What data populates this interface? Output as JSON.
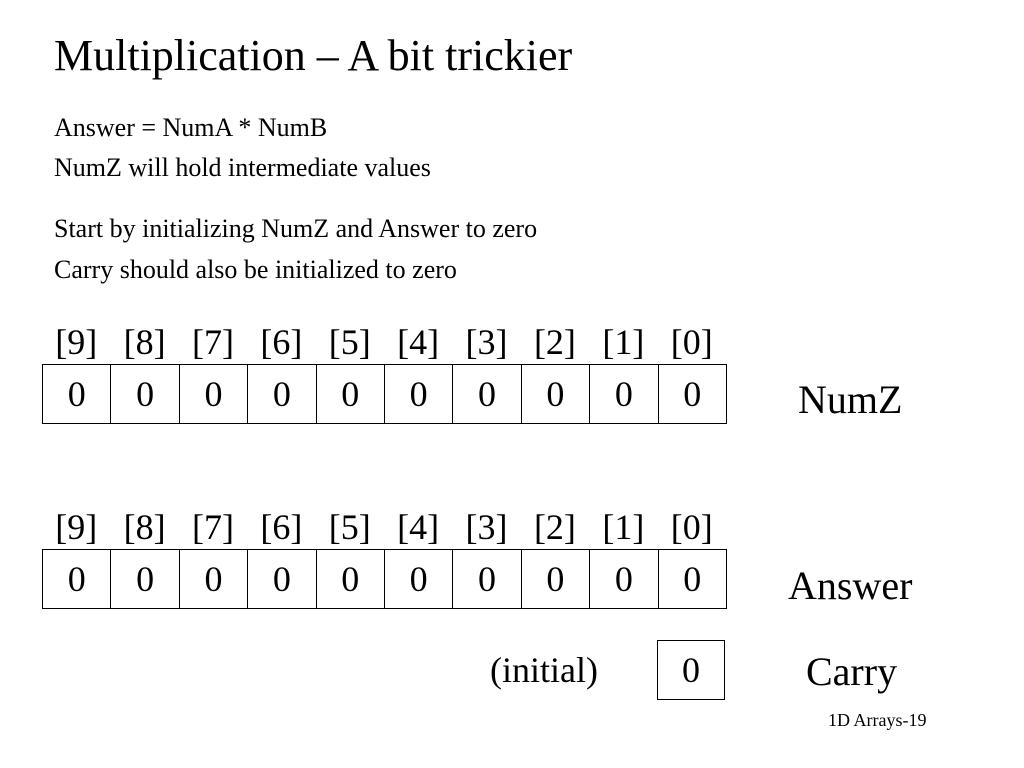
{
  "slide": {
    "title": "Multiplication – A bit trickier",
    "lines": [
      "Answer = NumA * NumB",
      "NumZ will hold intermediate values",
      "Start by initializing NumZ and Answer to zero",
      "Carry should also be initialized to zero"
    ],
    "footer": "1D Arrays-19"
  },
  "numz": {
    "name": "NumZ",
    "indices": [
      "[9]",
      "[8]",
      "[7]",
      "[6]",
      "[5]",
      "[4]",
      "[3]",
      "[2]",
      "[1]",
      "[0]"
    ],
    "values": [
      "0",
      "0",
      "0",
      "0",
      "0",
      "0",
      "0",
      "0",
      "0",
      "0"
    ]
  },
  "answer": {
    "name": "Answer",
    "indices": [
      "[9]",
      "[8]",
      "[7]",
      "[6]",
      "[5]",
      "[4]",
      "[3]",
      "[2]",
      "[1]",
      "[0]"
    ],
    "values": [
      "0",
      "0",
      "0",
      "0",
      "0",
      "0",
      "0",
      "0",
      "0",
      "0"
    ]
  },
  "carry": {
    "name": "Carry",
    "note": "(initial)",
    "value": "0"
  }
}
